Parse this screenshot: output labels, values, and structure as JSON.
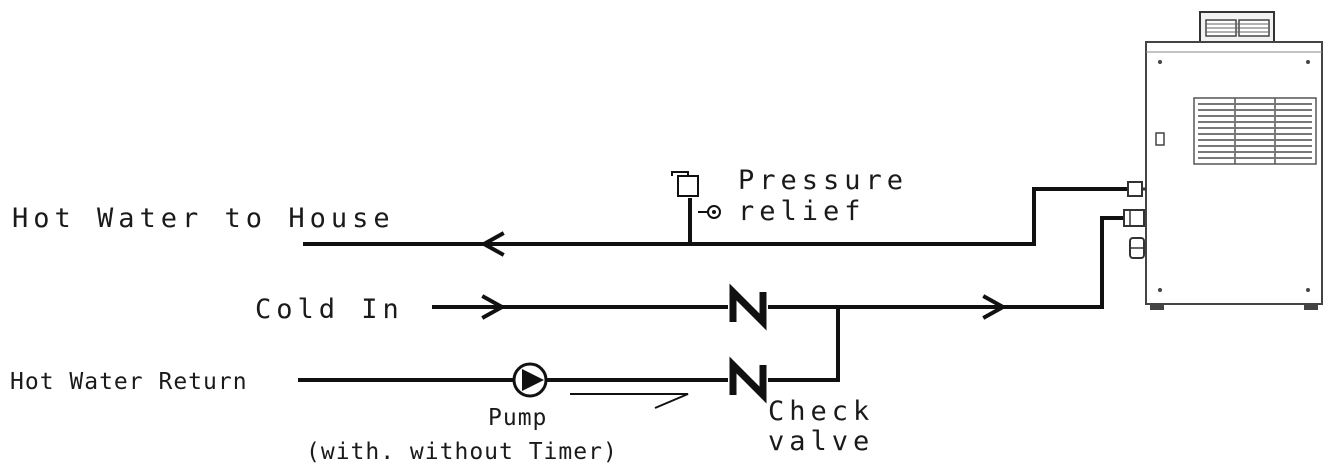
{
  "labels": {
    "hot_water_to_house": "Hot Water to House",
    "pressure": "Pressure",
    "relief": "relief",
    "cold_in": "Cold In",
    "hot_water_return": "Hot Water Return",
    "pump": "Pump",
    "pump_timer": "(with. without Timer)",
    "check": "Check",
    "valve": "valve"
  }
}
